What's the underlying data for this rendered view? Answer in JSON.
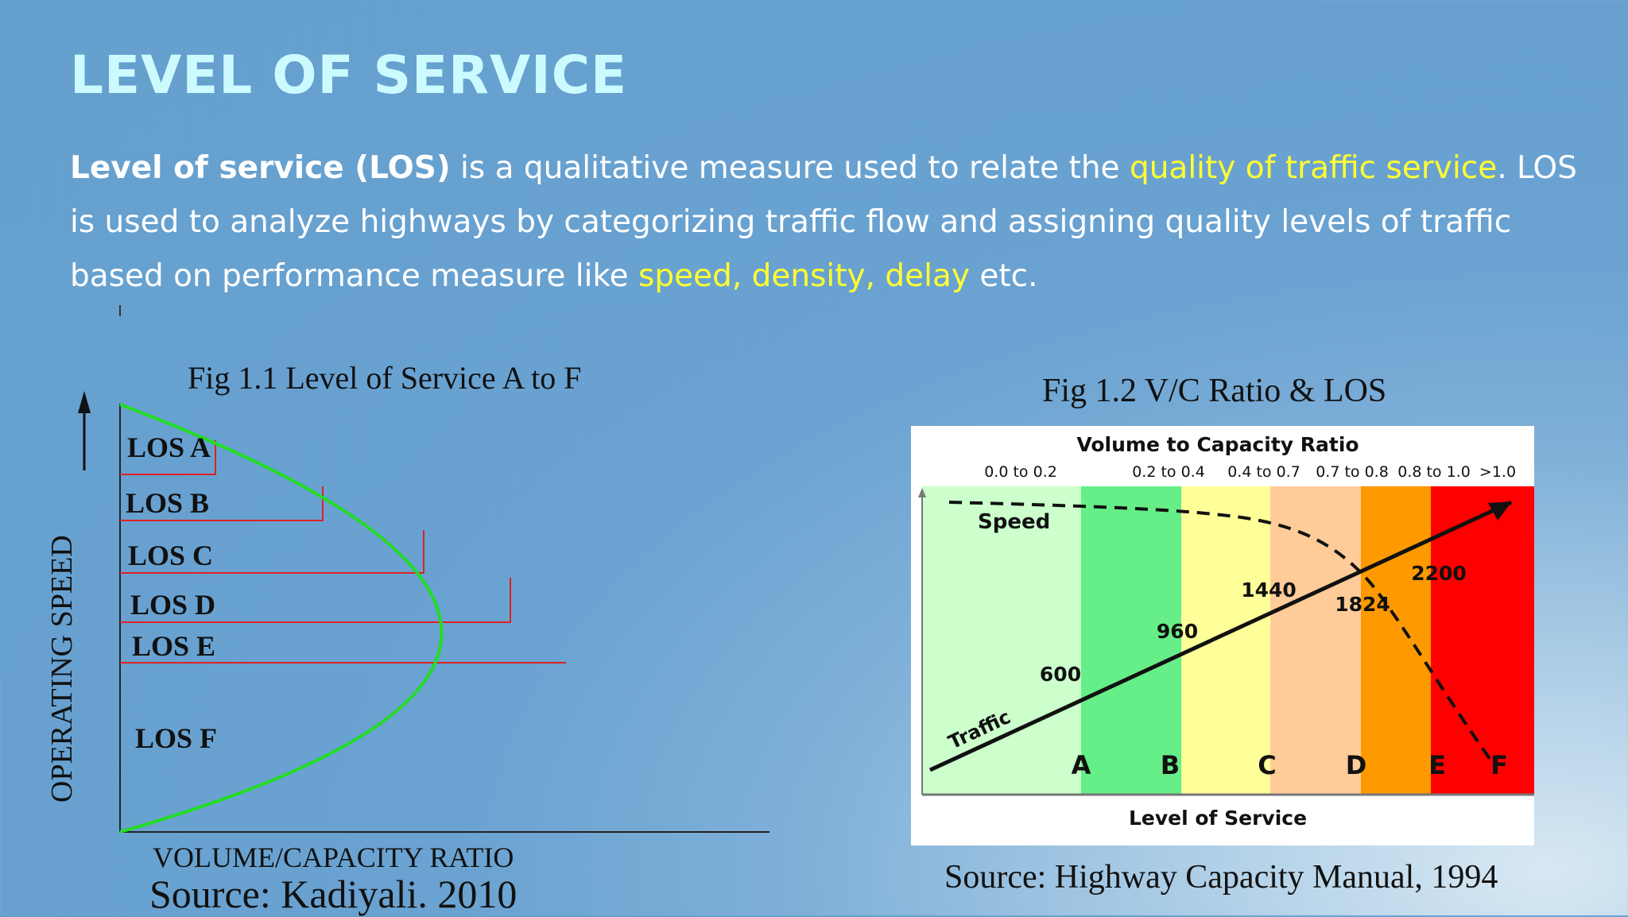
{
  "title": "LEVEL OF SERVICE",
  "intro": {
    "term": "Level of service (LOS)",
    "part1": " is a qualitative measure used to relate the ",
    "highlight1": "quality of traffic service",
    "part2": ". LOS is used to analyze highways by categorizing traffic flow and assigning quality levels of traffic based on performance measure like ",
    "highlight2": "speed, density, delay",
    "part3": " etc."
  },
  "fig1": {
    "title": "Fig 1.1 Level of Service A to F",
    "y_axis_label": "OPERATING SPEED",
    "x_axis_label": "VOLUME/CAPACITY RATIO",
    "source": "Source: Kadiyali. 2010",
    "levels": [
      "LOS A",
      "LOS B",
      "LOS C",
      "LOS D",
      "LOS E",
      "LOS F"
    ],
    "curve_color": "#22dd22",
    "step_color": "#dd2222"
  },
  "fig2": {
    "title": "Fig 1.2 V/C Ratio & LOS",
    "top_axis_label": "Volume to Capacity Ratio",
    "bottom_axis_label": "Level of Service",
    "ranges": [
      "0.0 to 0.2",
      "0.2 to 0.4",
      "0.4 to 0.7",
      "0.7 to 0.8",
      "0.8 to 1.0",
      ">1.0"
    ],
    "levels": [
      "A",
      "B",
      "C",
      "D",
      "E",
      "F"
    ],
    "band_colors": [
      "#ccffcc",
      "#66ee88",
      "#ffff99",
      "#ffcc99",
      "#ff9900",
      "#ff0000"
    ],
    "speed_label": "Speed",
    "traffic_label": "Traffic",
    "volume_values": [
      "600",
      "960",
      "1440",
      "1824",
      "2200"
    ],
    "source": "Source: Highway Capacity Manual, 1994"
  }
}
